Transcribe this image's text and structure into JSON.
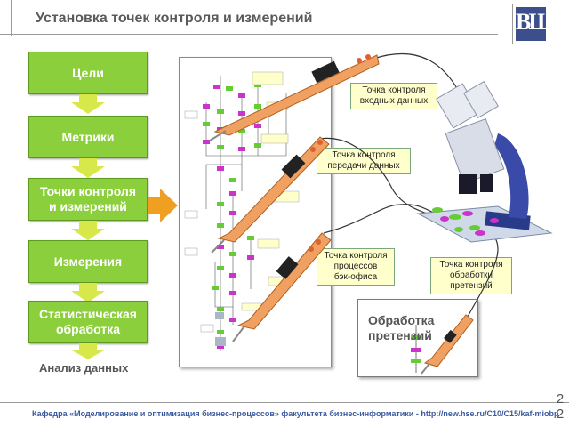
{
  "header": {
    "title": "Установка точек контроля и измерений"
  },
  "steps": [
    {
      "label": "Цели"
    },
    {
      "label": "Метрики"
    },
    {
      "label": "Точки контроля\nи измерений"
    },
    {
      "label": "Измерения"
    },
    {
      "label": "Статистическая\nобработка"
    }
  ],
  "final_step": "Анализ данных",
  "callouts": {
    "input_data": "Точка контроля\nвходных данных",
    "data_transfer": "Точка контроля\nпередачи данных",
    "back_office": "Точка контроля\nпроцессов\nбэк-офиса",
    "claims_processing": "Точка контроля\nобработки\nпретензий"
  },
  "claims_box": {
    "title": "Обработка\nпретензий"
  },
  "footer": {
    "text": "Кафедра «Моделирование и оптимизация бизнес-процессов» факультета бизнес-информатики - http://new.hse.ru/C10/C15/kaf-miobp",
    "page": "2\n2"
  },
  "colors": {
    "step_fill": "#8ccf3c",
    "arrow_down": "#d8e84a",
    "arrow_right": "#f0a020",
    "callout_fill": "#ffffcc",
    "thermometer": "#f0a060",
    "footer_text": "#3c5aa0"
  },
  "icons": {
    "logo": "hse-logo",
    "thermometer": "thermometer-icon",
    "microscope": "microscope-icon"
  }
}
